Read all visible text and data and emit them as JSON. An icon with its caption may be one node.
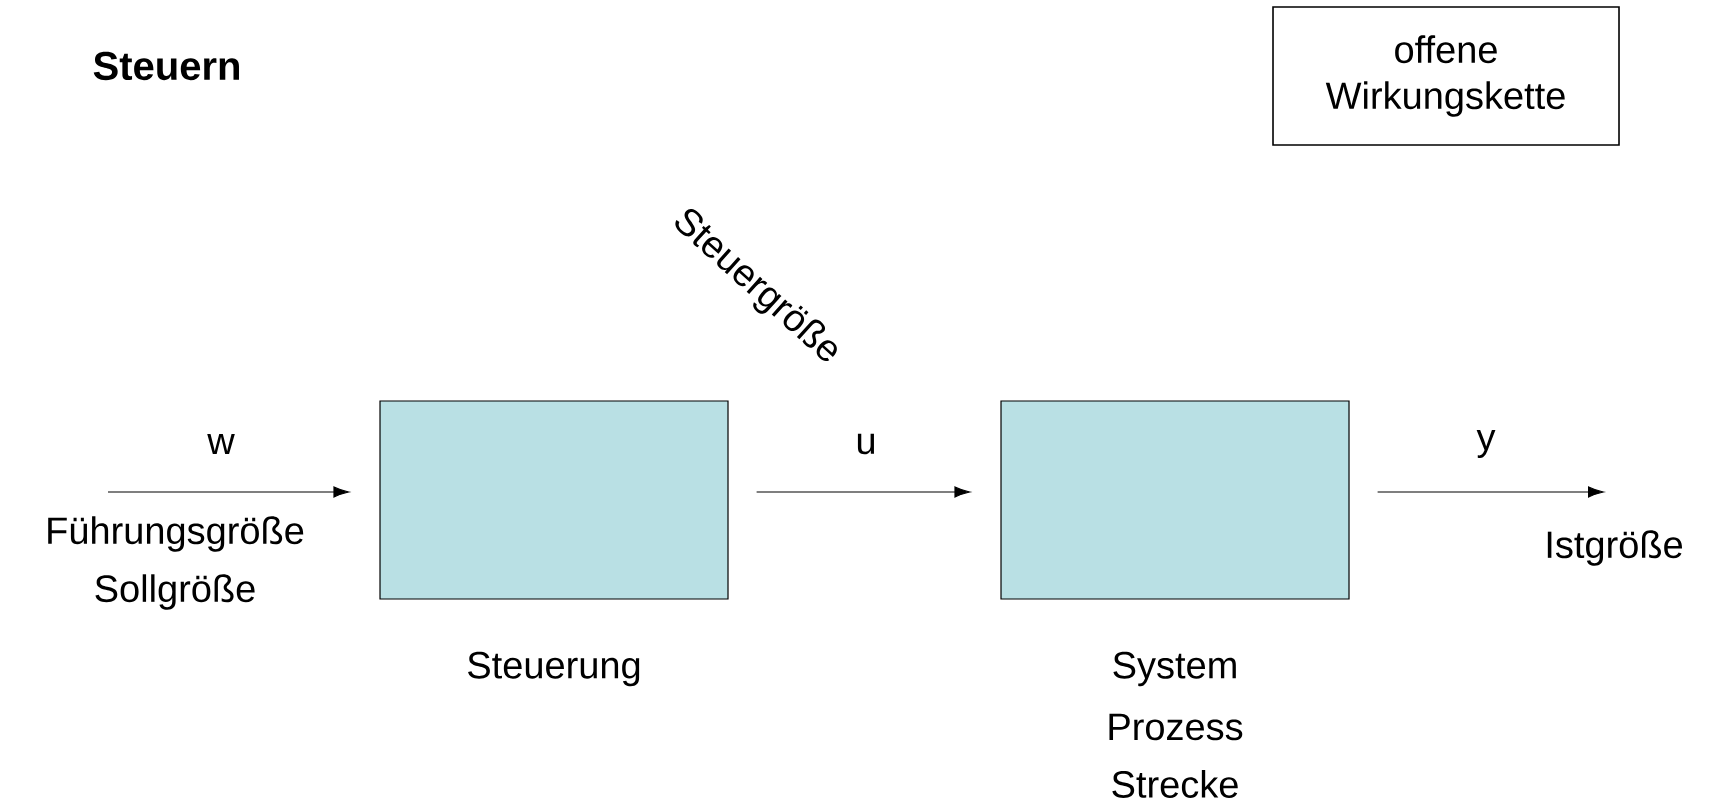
{
  "diagram": {
    "title": "Steuern",
    "nodes": [
      {
        "text": [],
        "shape": "box",
        "beside": [
          "Steuerung"
        ]
      },
      {
        "text": [],
        "shape": "box",
        "beside": [
          "System",
          "Prozess",
          "Strecke"
        ]
      },
      {
        "text": [
          "offene Wirkungskette"
        ]
      }
    ],
    "edges": [
      {
        "from": null,
        "to": 0,
        "arrow": "to",
        "label": "w"
      },
      {
        "from": 0,
        "to": 1,
        "arrow": "to",
        "label": "u"
      },
      {
        "from": 1,
        "to": null,
        "arrow": "to",
        "label": "y"
      }
    ],
    "labels": [
      "Steuergröße",
      "Führungsgröße",
      "Sollgröße",
      "Istgröße"
    ]
  }
}
